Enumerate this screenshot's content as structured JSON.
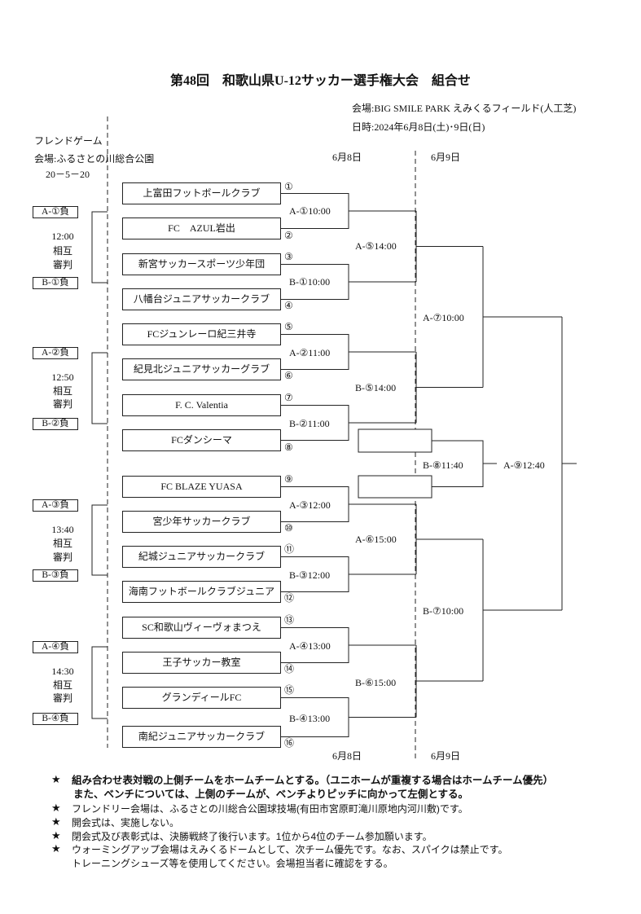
{
  "title": "第48回　和歌山県U-12サッカー選手権大会　組合せ",
  "header": {
    "venue": "会場:BIG SMILE PARK えみくるフィールド(人工芝)",
    "date": "日時:2024年6月8日(土)･9日(日)"
  },
  "friendly": {
    "heading": "フレンドゲーム",
    "venue": "会場:ふるさとの川総合公園",
    "format": "20－5－20",
    "groups": [
      {
        "top": "A-①負",
        "time": "12:00",
        "line1": "相互",
        "line2": "審判",
        "bottom": "B-①負"
      },
      {
        "top": "A-②負",
        "time": "12:50",
        "line1": "相互",
        "line2": "審判",
        "bottom": "B-②負"
      },
      {
        "top": "A-③負",
        "time": "13:40",
        "line1": "相互",
        "line2": "審判",
        "bottom": "B-③負"
      },
      {
        "top": "A-④負",
        "time": "14:30",
        "line1": "相互",
        "line2": "審判",
        "bottom": "B-④負"
      }
    ]
  },
  "days": {
    "top_day1": "6月8日",
    "top_day2": "6月9日",
    "bottom_day1": "6月8日",
    "bottom_day2": "6月9日"
  },
  "teams": [
    {
      "seed": "①",
      "name": "上富田フットボールクラブ"
    },
    {
      "seed": "②",
      "name": "FC　AZUL岩出"
    },
    {
      "seed": "③",
      "name": "新宮サッカースポーツ少年団"
    },
    {
      "seed": "④",
      "name": "八幡台ジュニアサッカークラブ"
    },
    {
      "seed": "⑤",
      "name": "FCジュンレーロ紀三井寺"
    },
    {
      "seed": "⑥",
      "name": "紀見北ジュニアサッカーグラブ"
    },
    {
      "seed": "⑦",
      "name": "F. C. Valentia"
    },
    {
      "seed": "⑧",
      "name": "FCダンシーマ"
    },
    {
      "seed": "⑨",
      "name": "FC BLAZE YUASA"
    },
    {
      "seed": "⑩",
      "name": "宮少年サッカークラブ"
    },
    {
      "seed": "⑪",
      "name": "紀城ジュニアサッカークラブ"
    },
    {
      "seed": "⑫",
      "name": "海南フットボールクラブジュニア"
    },
    {
      "seed": "⑬",
      "name": "SC和歌山ヴィーヴォまつえ"
    },
    {
      "seed": "⑭",
      "name": "王子サッカー教室"
    },
    {
      "seed": "⑮",
      "name": "グランディールFC"
    },
    {
      "seed": "⑯",
      "name": "南紀ジュニアサッカークラブ"
    }
  ],
  "matches": {
    "round1": [
      "A-①10:00",
      "B-①10:00",
      "A-②11:00",
      "B-②11:00",
      "A-③12:00",
      "B-③12:00",
      "A-④13:00",
      "B-④13:00"
    ],
    "round2": [
      "A-⑤14:00",
      "B-⑤14:00",
      "A-⑥15:00",
      "B-⑥15:00"
    ],
    "semifinal": [
      "A-⑦10:00",
      "B-⑦10:00"
    ],
    "third_place": "B-⑧11:40",
    "final": "A-⑨12:40"
  },
  "notes": [
    {
      "mark": "★",
      "text": "組み合わせ表対戦の上側チームをホームチームとする。（ユニホームが重複する場合はホームチーム優先）"
    },
    {
      "text": "また、ベンチについては、上側のチームが、ベンチよりピッチに向かって左側とする。"
    },
    {
      "mark": "★",
      "text": "フレンドリー会場は、ふるさとの川総合公園球技場(有田市宮原町滝川原地内河川敷)です。"
    },
    {
      "mark": "★",
      "text": "開会式は、実施しない。"
    },
    {
      "mark": "★",
      "text": "閉会式及び表彰式は、決勝戦終了後行います。1位から4位のチーム参加願います。"
    },
    {
      "mark": "★",
      "text": "ウォーミングアップ会場はえみくるドームとして、次チーム優先です。なお、スパイクは禁止です。"
    },
    {
      "text": "トレーニングシューズ等を使用してください。会場担当者に確認をする。"
    }
  ]
}
